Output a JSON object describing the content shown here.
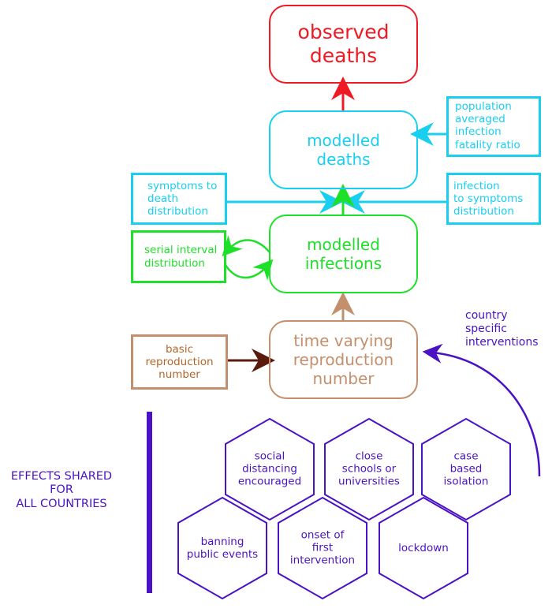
{
  "colors": {
    "observed": "#ee1b24",
    "modelled_deaths": "#19cff0",
    "modelled_infections": "#1fe029",
    "reproduction": "#c48f6c",
    "basic_arrow": "#5a1a0c",
    "interventions": "#4a12c4"
  },
  "nodes": {
    "observed_deaths": [
      "observed",
      "deaths"
    ],
    "modelled_deaths": [
      "modelled",
      "deaths"
    ],
    "modelled_infections": [
      "modelled",
      "infections"
    ],
    "time_varying_r": [
      "time varying",
      "reproduction",
      "number"
    ]
  },
  "inputs": {
    "ifr": [
      "population",
      "averaged",
      "infection",
      "fatality ratio"
    ],
    "symptoms_to_death": [
      "symptoms to",
      "death",
      "distribution"
    ],
    "infection_to_symptoms": [
      "infection",
      "to symptoms",
      "distribution"
    ],
    "serial_interval": [
      "serial interval",
      "distribution"
    ],
    "basic_r": [
      "basic",
      "reproduction",
      "number"
    ]
  },
  "country_specific": [
    "country",
    "specific",
    "interventions"
  ],
  "shared_effects": [
    "EFFECTS SHARED",
    "FOR",
    "ALL COUNTRIES"
  ],
  "interventions": [
    [
      "social",
      "distancing",
      "encouraged"
    ],
    [
      "close",
      "schools or",
      "universities"
    ],
    [
      "case",
      "based",
      "isolation"
    ],
    [
      "banning",
      "public events"
    ],
    [
      "onset of",
      "first",
      "intervention"
    ],
    [
      "lockdown"
    ]
  ]
}
